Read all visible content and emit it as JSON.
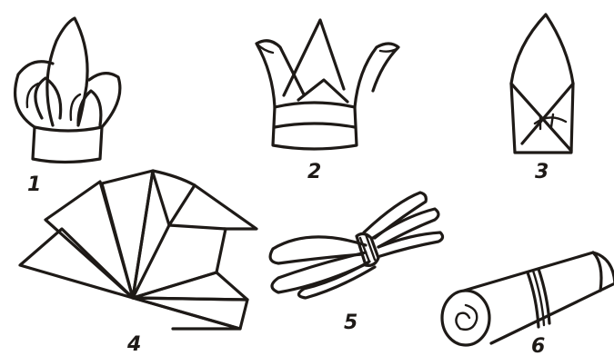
{
  "figures": [
    {
      "label": "1",
      "icon": "napkin-crown-with-petals-icon"
    },
    {
      "label": "2",
      "icon": "napkin-crown-icon"
    },
    {
      "label": "3",
      "icon": "napkin-envelope-cone-icon"
    },
    {
      "label": "4",
      "icon": "napkin-fan-icon"
    },
    {
      "label": "5",
      "icon": "napkin-tied-bundle-icon"
    },
    {
      "label": "6",
      "icon": "napkin-roll-icon"
    }
  ],
  "ink_color": "#1e1a17",
  "background": "#ffffff"
}
